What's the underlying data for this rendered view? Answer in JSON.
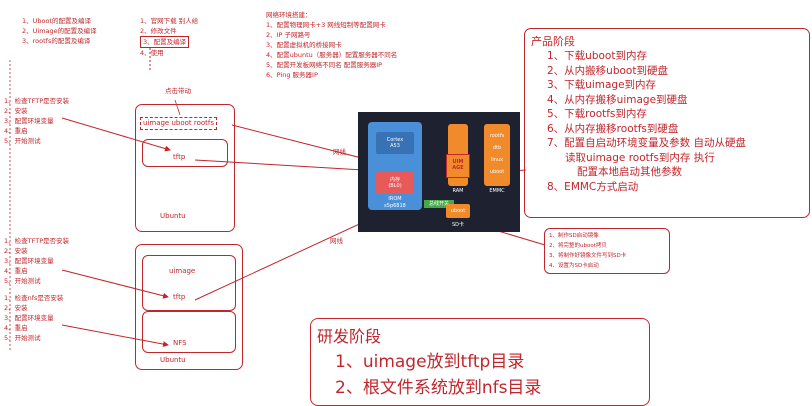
{
  "top_left_steps": [
    "1、Uboot的配置及编译",
    "2、Uimage的配置及编译",
    "3、rootfs的配置及编译"
  ],
  "top_mid_steps": [
    "1、官网下载 别人给",
    "2、修改文件",
    "3、配置及编译",
    "4、使用"
  ],
  "env_setup": {
    "title": "网络环境搭建：",
    "items": [
      "1、配置物理网卡+3 网线短制等配置网卡",
      "2、IP 子网路号",
      "3、配置虚拟机的桥接网卡",
      "4、配置ubuntu（服务器）配置服务器不同名",
      "5、配置开发板网络不同名  配置服务器IP",
      "6、Ping 服务器IP"
    ]
  },
  "download_note": "点击带动",
  "product_stage": {
    "title": "产品阶段",
    "items": [
      "1、下载uboot到内存",
      "2、从内搬移uboot到硬盘",
      "3、下载uimage到内存",
      "4、从内存搬移uimage到硬盘",
      "5、下载rootfs到内存",
      "6、从内存搬移rootfs到硬盘",
      "7、配置自启动环境变量及参数 自动从硬盘",
      "读取uimage rootfs到内存 执行",
      "配置本地启动其他参数",
      "8、EMMC方式启动"
    ]
  },
  "tftp_group_1": [
    "1、检查TFTP是否安装",
    "2、安装",
    "3、配置环境变量",
    "4、重启",
    "5、开始测试"
  ],
  "tftp_group_2": [
    "1、检查TFTP是否安装",
    "2、安装",
    "3、配置环境变量",
    "4、重启",
    "5、开始测试"
  ],
  "nfs_group": [
    "1、检查nfs是否安装",
    "2、安装",
    "3、配置环境变量",
    "4、重启",
    "5、开始测试"
  ],
  "ubuntu_top": {
    "files": "uimage uboot rootfs",
    "tftp": "tftp",
    "name": "Ubuntu"
  },
  "ubuntu_bottom": {
    "uimage": "uimage",
    "tftp": "tftp",
    "nfs": "NFS",
    "name": "Ubuntu"
  },
  "net_label_1": "网线",
  "net_label_2": "网线",
  "sd_steps": [
    "1、制作SD启动镜像",
    "2、将完整的uboot拷贝",
    "3、将制作好镜像文件写到SD卡",
    "4、设置为SD卡启动"
  ],
  "dev_stage": {
    "title": "研发阶段",
    "items": [
      "1、uimage放到tftp目录",
      "2、根文件系统放到nfs目录"
    ]
  },
  "board": {
    "cpu_core": "Cortex\nA53",
    "internal": "内存\n(BL0)",
    "irom": "IROM",
    "soc": "s5p6818",
    "uim": "UIM\nAGE",
    "ram": "RAM",
    "emmc_labels": "rootfs\ndtb\nlinux\nuboot",
    "emmc": "EMMC",
    "bus": "总线开关",
    "uboot_sd": "uboot",
    "sd": "SD卡"
  },
  "colors": {
    "ink": "#c0262c",
    "board": "#1e2230",
    "soc": "#4a90d9",
    "ram": "#f08a2a",
    "bus": "#46a84b"
  }
}
